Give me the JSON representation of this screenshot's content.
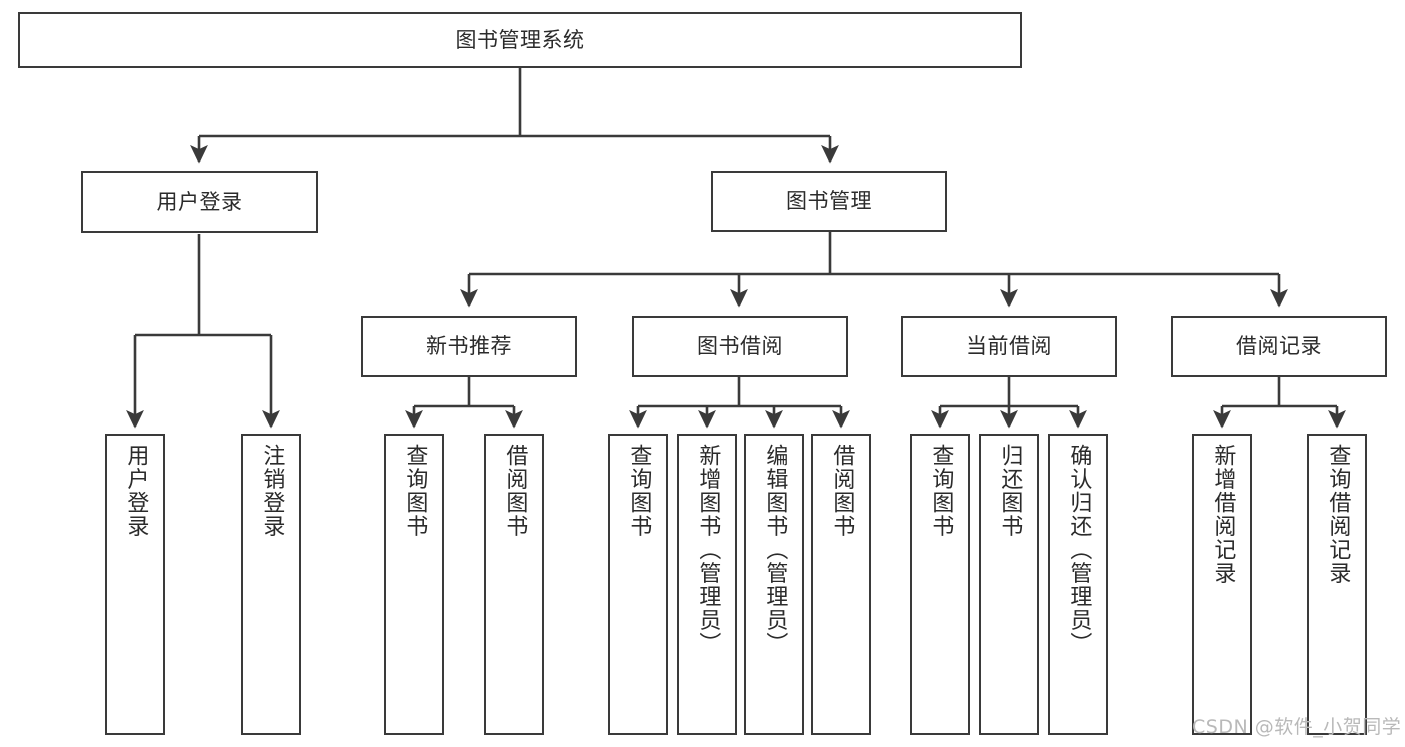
{
  "diagram": {
    "title": "图书管理系统",
    "type": "tree",
    "root": {
      "label": "图书管理系统"
    },
    "level2": [
      {
        "id": "user-login",
        "label": "用户登录"
      },
      {
        "id": "book-manage",
        "label": "图书管理"
      }
    ],
    "level3": [
      {
        "id": "new-book-recommend",
        "label": "新书推荐",
        "parent": "book-manage"
      },
      {
        "id": "book-borrow",
        "label": "图书借阅",
        "parent": "book-manage"
      },
      {
        "id": "current-borrow",
        "label": "当前借阅",
        "parent": "book-manage"
      },
      {
        "id": "borrow-record",
        "label": "借阅记录",
        "parent": "book-manage"
      }
    ],
    "leaves": [
      {
        "id": "leaf-user-login",
        "label": "用户登录",
        "parent": "user-login"
      },
      {
        "id": "leaf-logout-login",
        "label": "注销登录",
        "parent": "user-login"
      },
      {
        "id": "leaf-query-book-1",
        "label": "查询图书",
        "parent": "new-book-recommend"
      },
      {
        "id": "leaf-borrow-book-1",
        "label": "借阅图书",
        "parent": "new-book-recommend"
      },
      {
        "id": "leaf-query-book-2",
        "label": "查询图书",
        "parent": "book-borrow"
      },
      {
        "id": "leaf-add-book",
        "label": "新增图书（管理员）",
        "parent": "book-borrow"
      },
      {
        "id": "leaf-edit-book",
        "label": "编辑图书（管理员）",
        "parent": "book-borrow"
      },
      {
        "id": "leaf-borrow-book-2",
        "label": "借阅图书",
        "parent": "book-borrow"
      },
      {
        "id": "leaf-query-book-3",
        "label": "查询图书",
        "parent": "current-borrow"
      },
      {
        "id": "leaf-return-book",
        "label": "归还图书",
        "parent": "current-borrow"
      },
      {
        "id": "leaf-confirm-return",
        "label": "确认归还（管理员）",
        "parent": "current-borrow"
      },
      {
        "id": "leaf-add-record",
        "label": "新增借阅记录",
        "parent": "borrow-record"
      },
      {
        "id": "leaf-query-record",
        "label": "查询借阅记录",
        "parent": "borrow-record"
      }
    ]
  },
  "watermark": {
    "text": "CSDN @软件_小贺同学"
  },
  "colors": {
    "stroke": "#3a3a3a",
    "box_fill": "#ffffff",
    "text": "#2b2b2b",
    "watermark": "#b9b9b9",
    "background": "#ffffff"
  }
}
